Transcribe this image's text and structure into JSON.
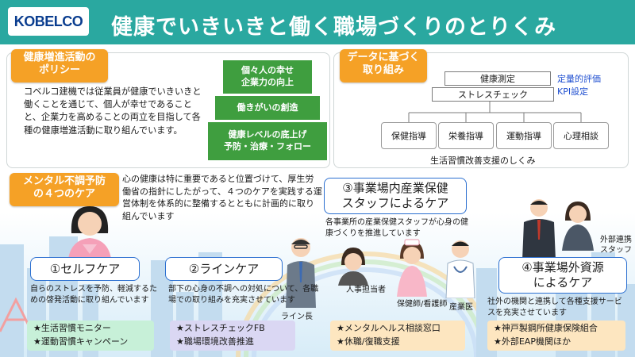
{
  "header": {
    "logo": "KOBELCO",
    "title": "健康でいきいきと働く職場づくりのとりくみ"
  },
  "policy": {
    "tag": "健康増進活動の\nポリシー",
    "text": "コベルコ建機では従業員が健康でいきいきと働くことを通じて、個人が幸せであることと、企業力を高めることの両立を目指して各種の健康増進活動に取り組んでいます。",
    "pyramid": [
      "個々人の幸せ\n企業力の向上",
      "働きがいの創造",
      "健康レベルの底上げ\n予防・治療・フォロー"
    ]
  },
  "data_based": {
    "tag": "データに基づく\n取り組み",
    "top_boxes": [
      "健康測定",
      "ストレスチェック"
    ],
    "kpi": [
      "定量的評価",
      "KPI設定"
    ],
    "leaves": [
      "保健指導",
      "栄養指導",
      "運動指導",
      "心理相談"
    ],
    "caption": "生活習慣改善支援のしくみ"
  },
  "mental": {
    "tag": "メンタル不調予防\nの４つのケア",
    "text": "心の健康は特に重要であると位置づけて、厚生労働省の指針にしたがって、４つのケアを実践する運営体制を体系的に整備するとともに計画的に取り組んでいます",
    "self_care": {
      "title": "①セルフケア",
      "text": "自らのストレスを予防、軽減するための啓発活動に取り組んでいます",
      "bullets": [
        "★生活習慣モニター",
        "★運動習慣キャンペーン"
      ]
    },
    "line_care": {
      "title": "②ラインケア",
      "text": "部下の心身の不調への対処について、各職場での取り組みを充実させています",
      "bullets": [
        "★ストレスチェックFB",
        "★職場環境改善推進"
      ]
    },
    "staff_care": {
      "title": "③事業場内産業保健\nスタッフによるケア",
      "text": "各事業所の産業保健スタッフが心身の健康づくりを推進しています",
      "bullets": [
        "★メンタルヘルス相談窓口",
        "★休職/復職支援"
      ]
    },
    "outer_care": {
      "title": "④事業場外資源\nによるケア",
      "text": "社外の機関と連携して各種支援サービスを充実させています",
      "bullets": [
        "★神戸製鋼所健康保険組合",
        "★外部EAP機関ほか"
      ]
    },
    "roles": {
      "line_manager": "ライン長",
      "hr": "人事担当者",
      "nurse": "保健師/看護師",
      "doctor": "産業医",
      "external": "外部連携\nスタッフ"
    }
  },
  "colors": {
    "header": "#2aa8a0",
    "tag": "#f5a126",
    "pyramid": "#3f9e3f",
    "callout_border": "#2b6fd0",
    "kpi": "#1f4fd0"
  }
}
